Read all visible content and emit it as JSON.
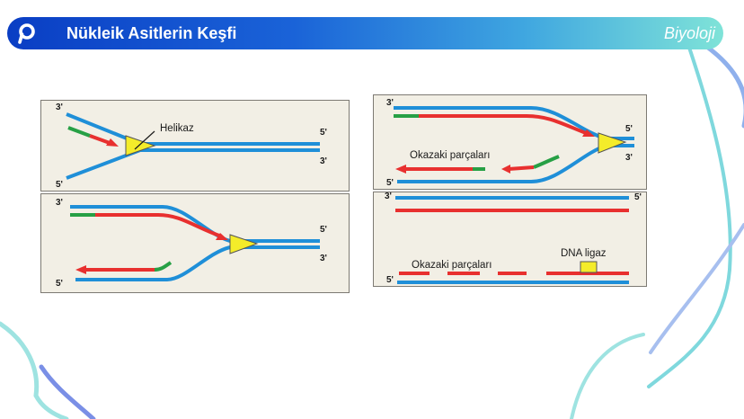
{
  "header": {
    "title": "Nükleik Asitlerin Keşfi",
    "subject": "Biyoloji"
  },
  "panels": {
    "a": {
      "top_left": "3'",
      "bottom_left": "5'",
      "top_right": "5'",
      "bottom_right": "3'",
      "enzyme": "Helikaz"
    },
    "b": {
      "top_left": "3'",
      "bottom_left": "5'",
      "top_right": "5'",
      "bottom_right": "3'"
    },
    "c": {
      "top_left": "3'",
      "bottom_left": "5'",
      "top_right": "5'",
      "bottom_right": "3'",
      "fragments": "Okazaki parçaları"
    },
    "d": {
      "top_left": "3'",
      "top_right": "5'",
      "bottom_left": "5'",
      "fragments": "Okazaki parçaları",
      "enzyme": "DNA ligaz"
    }
  },
  "colors": {
    "header_start": "#0a3ec4",
    "header_end": "#7fe3d8",
    "dna_strand": "#1f8fd8",
    "new_strand": "#e8302f",
    "rna_primer": "#27a045",
    "helicase": "#f4ec2a",
    "panel_bg": "#f2efe5"
  },
  "icons": {
    "logo": "p-logo-icon"
  }
}
